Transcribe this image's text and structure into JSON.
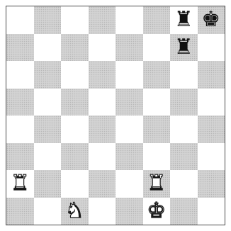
{
  "board": {
    "orientation": "white-bottom",
    "size": 8,
    "colors": {
      "light_square": "#ffffff",
      "dark_square": "#d3d3d3",
      "frame": "#4a4a4a"
    },
    "pieces": [
      {
        "square": "g8",
        "color": "black",
        "type": "rook",
        "glyph": "♜",
        "icon": "black-rook-icon"
      },
      {
        "square": "h8",
        "color": "black",
        "type": "king",
        "glyph": "♚",
        "icon": "black-king-icon"
      },
      {
        "square": "g7",
        "color": "black",
        "type": "rook",
        "glyph": "♜",
        "icon": "black-rook-icon"
      },
      {
        "square": "a2",
        "color": "white",
        "type": "rook",
        "glyph": "♜",
        "icon": "white-rook-icon"
      },
      {
        "square": "f2",
        "color": "white",
        "type": "rook",
        "glyph": "♜",
        "icon": "white-rook-icon"
      },
      {
        "square": "c1",
        "color": "white",
        "type": "knight",
        "glyph": "♞",
        "icon": "white-knight-icon"
      },
      {
        "square": "f1",
        "color": "white",
        "type": "king",
        "glyph": "♚",
        "icon": "white-king-icon"
      }
    ]
  }
}
